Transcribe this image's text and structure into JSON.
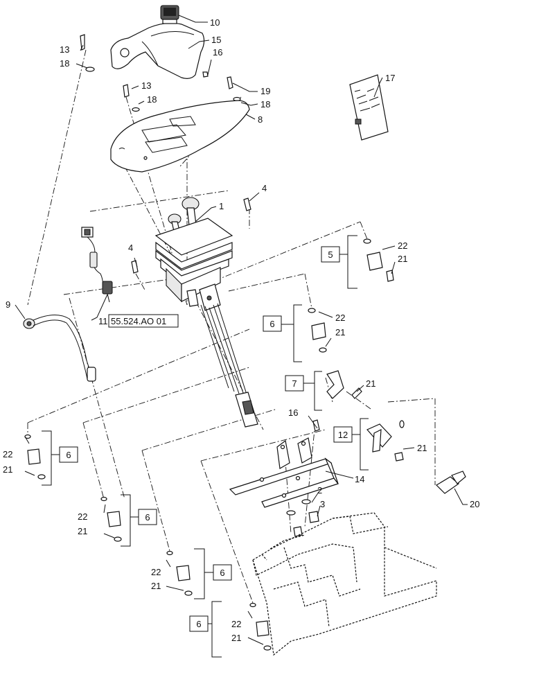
{
  "diagram": {
    "callouts": {
      "c10": "10",
      "c15": "15",
      "c16a": "16",
      "c13a": "13",
      "c18a": "18",
      "c13b": "13",
      "c18b": "18",
      "c19": "19",
      "c18c": "18",
      "c8": "8",
      "c17": "17",
      "c4a": "4",
      "c1": "1",
      "c4b": "4",
      "c9": "9",
      "c11": "11",
      "c22a": "22",
      "c21a": "21",
      "c22b": "22",
      "c21b": "21",
      "c21c": "21",
      "c16b": "16",
      "c21d": "21",
      "c14": "14",
      "c2": "2",
      "c3": "3",
      "c20": "20",
      "c22c": "22",
      "c21e": "21",
      "c22d": "22",
      "c21f": "21",
      "c22e": "22",
      "c21g": "21",
      "c22f": "22",
      "c21h": "21"
    },
    "boxed": {
      "b5": "5",
      "b6a": "6",
      "b7": "7",
      "b12": "12",
      "b6b": "6",
      "b6c": "6",
      "b6d": "6",
      "b6e": "6"
    },
    "reference": "55.524.AO 01"
  }
}
